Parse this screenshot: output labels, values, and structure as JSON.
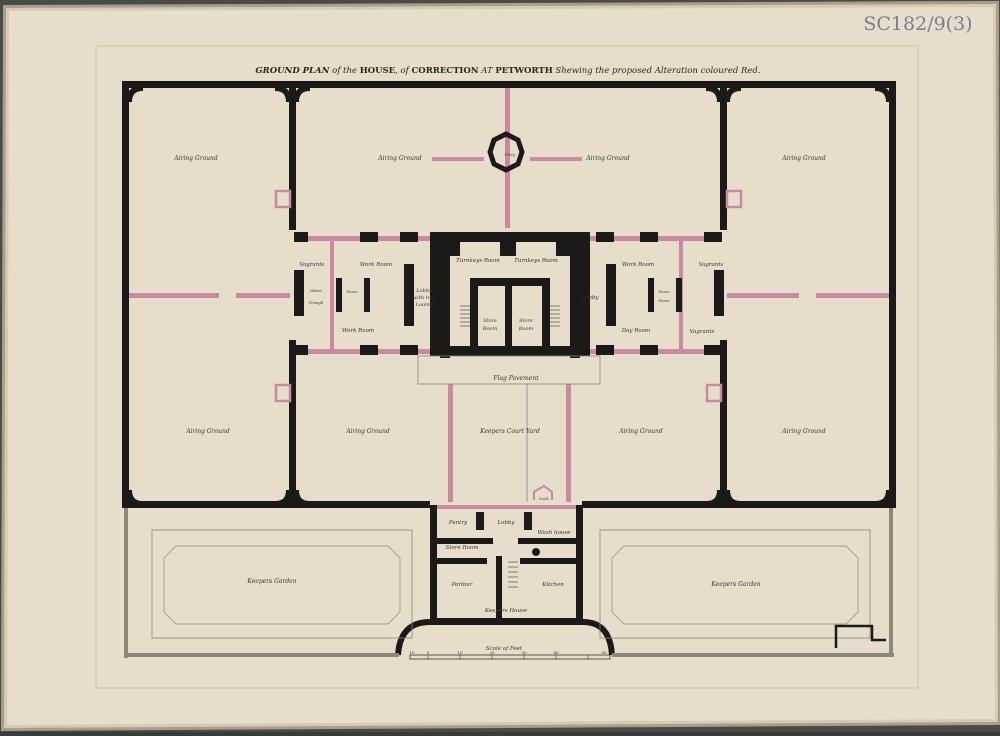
{
  "catalog_ref": "SC182/9(3)",
  "title": {
    "p1": "GROUND PLAN",
    "p2": " of the ",
    "p3": "HOUSE",
    "p4": ", of ",
    "p5": "CORRECTION",
    "p6": " AT ",
    "p7": "PETWORTH",
    "p8": " Shewing the proposed Alteration coloured Red."
  },
  "rooms": {
    "airing_tl": "Airing Ground",
    "airing_tc": "Airing Ground",
    "airing_tc2": "Airing Ground",
    "airing_tr": "Airing Ground",
    "airing_bl": "Airing Ground",
    "airing_bc": "Airing Ground",
    "airing_bc2": "Airing Ground",
    "airing_br": "Airing Ground",
    "privy": "Privy",
    "vagrants_l": "Vagrants",
    "vagrants_r": "Vagrants",
    "vagrants_r2": "Vagrants",
    "work_room_l1": "Work Room",
    "work_room_l2": "Work Room",
    "work_room_r": "Work Room",
    "day_room": "Day Room",
    "stove_l": "Stove",
    "stove_r1": "Stove",
    "stove_r2": "Stove",
    "water_trough_1": "Water",
    "water_trough_2": "Trough",
    "lobby_looms_1": "Lobby",
    "lobby_looms_2": "with two",
    "lobby_looms_3": "Looms",
    "turnkeys_1": "Turnkeys Room",
    "turnkeys_2": "Turnkeys Room",
    "store_room_1a": "Store",
    "store_room_1b": "Room",
    "store_room_2a": "Store",
    "store_room_2b": "Room",
    "lobby_r": "Lobby",
    "flag_pavement": "Flag Pavement",
    "keepers_court_yard": "Keepers Court Yard",
    "scale_box": "Scale",
    "pantry": "Pantry",
    "lobby_c": "Lobby",
    "wash_house": "Wash house",
    "store_room_c": "Store Room",
    "parlour": "Parlour",
    "kitchen": "Kitchen",
    "keepers_house": "Keepers House",
    "keepers_garden_l": "Keepers Garden",
    "keepers_garden_r": "Keepers Garden"
  },
  "scale": {
    "label": "Scale of Feet",
    "ticks": [
      "10",
      "0",
      "10",
      "20",
      "30",
      "40",
      "50"
    ]
  },
  "colors": {
    "paper": "#e9e2cf",
    "paper_edge": "#d8cdb2",
    "wall": "#1c1a18",
    "alteration": "#c98aa0",
    "garden_line": "#8c867b",
    "ink": "#3a342c"
  }
}
